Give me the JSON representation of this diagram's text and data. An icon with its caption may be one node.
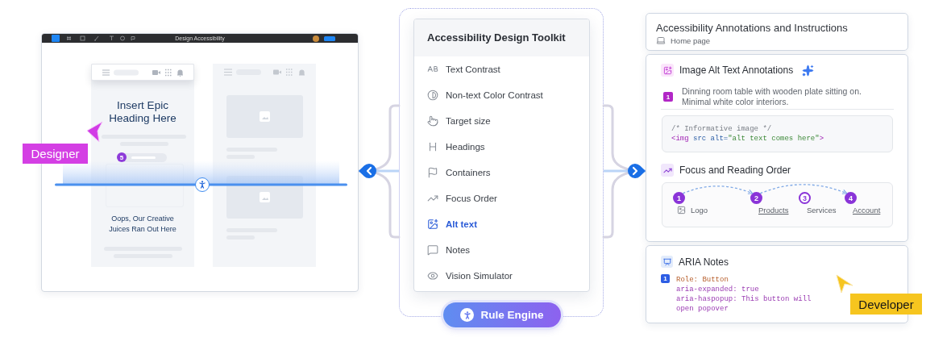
{
  "diagram": {
    "nodes": [
      {
        "text": [
          "Design Accessibility"
        ]
      },
      {
        "text": [
          "Insert Epic Heading Here",
          "Oops, Our Creative Juices Ran Out Here"
        ],
        "in": 0
      },
      {
        "text": [
          "5"
        ],
        "in": 1
      },
      {
        "text": [],
        "shape": "box",
        "in": 0
      },
      {
        "text": [
          "Designer"
        ]
      },
      {
        "text": [],
        "shape": "box"
      },
      {
        "text": [
          "Accessibility Design Toolkit",
          "Text Contrast",
          "Non-text Color Contrast",
          "Target size",
          "Headings",
          "Containers",
          "Focus Order",
          "Alt text",
          "Notes",
          "Vision Simulator"
        ],
        "in": 5
      },
      {
        "text": [
          "Rule Engine"
        ]
      },
      {
        "text": [
          "Accessibility Annotations and Instructions",
          "Home page"
        ]
      },
      {
        "text": [
          "Image Alt Text Annotations",
          "Dinning room table with wooden plate sitting on. Minimal white color interiors.",
          "Focus and Reading Order"
        ]
      },
      {
        "text": [
          "1"
        ],
        "in": 9
      },
      {
        "text": [
          "/* Informative image */",
          "<img src alt=\"alt text comes here\">"
        ],
        "in": 9
      },
      {
        "text": [],
        "shape": "box",
        "in": 9
      },
      {
        "text": [
          "1"
        ],
        "beside": [
          "Logo"
        ],
        "in": 12
      },
      {
        "text": [
          "2"
        ],
        "beside": [
          "Products"
        ],
        "in": 12
      },
      {
        "text": [
          "3"
        ],
        "beside": [
          "Services"
        ],
        "in": 12
      },
      {
        "text": [
          "4"
        ],
        "beside": [
          "Account"
        ],
        "in": 12
      },
      {
        "text": [
          "ARIA Notes",
          "Role: Button",
          "aria-expanded: true",
          "aria-haspopup: This button will open popover"
        ]
      },
      {
        "text": [
          "1"
        ],
        "in": 17
      },
      {
        "text": [
          "Developer"
        ]
      }
    ],
    "edges": [
      {
        "from": 5,
        "to": 0,
        "arrow": "to"
      },
      {
        "from": 5,
        "to": 9,
        "arrow": "to"
      },
      {
        "from": 13,
        "to": 14,
        "arrow": "to",
        "style": "dashed",
        "color": "#7fa9e6"
      },
      {
        "from": 14,
        "to": 16,
        "arrow": "to",
        "style": "dashed",
        "color": "#7fa9e6"
      }
    ]
  }
}
